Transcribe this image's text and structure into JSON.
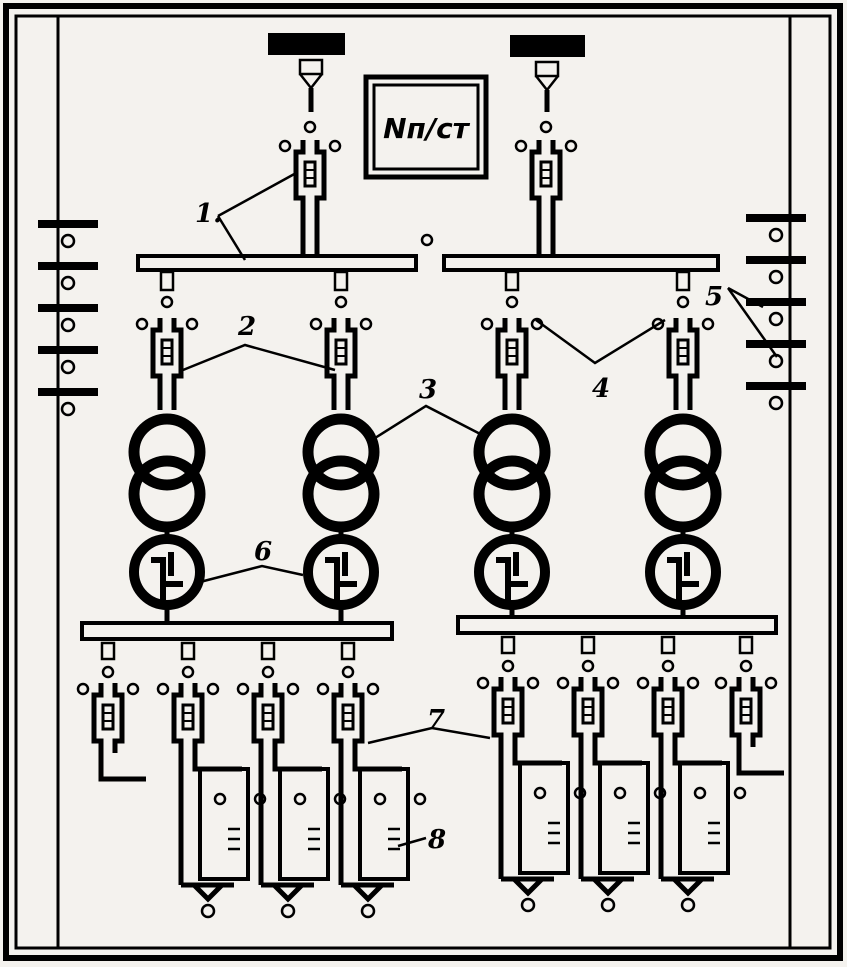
{
  "panel_title": "Nп/ст",
  "labels": {
    "l1": "1.",
    "l2": "2",
    "l3": "3",
    "l4": "4",
    "l5": "5",
    "l6": "6",
    "l7": "7",
    "l8": "8"
  }
}
